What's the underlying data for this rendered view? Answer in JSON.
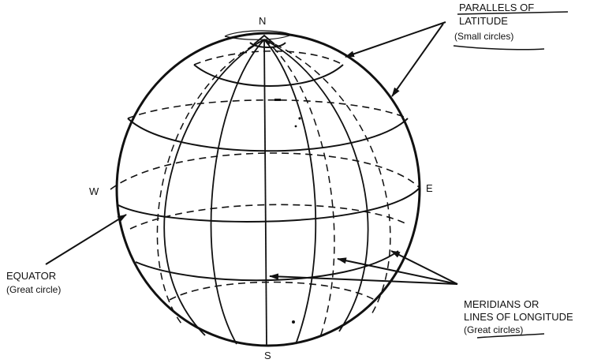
{
  "directions": {
    "north": "N",
    "south": "S",
    "east": "E",
    "west": "W"
  },
  "parallels": {
    "line1": "PARALLELS OF",
    "line2": "LATITUDE",
    "line3": "(Small circles)"
  },
  "equator": {
    "line1": "EQUATOR",
    "line2": "(Great circle)"
  },
  "meridians": {
    "line1": "MERIDIANS OR",
    "line2": "LINES OF LONGITUDE",
    "line3": "(Great circles)"
  },
  "colors": {
    "ink": "#111111",
    "background": "#ffffff"
  }
}
